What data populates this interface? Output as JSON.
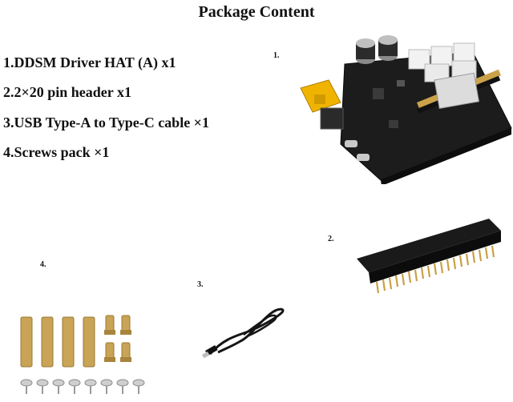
{
  "title": "Package Content",
  "items": [
    "1.DDSM Driver HAT (A) x1",
    "2.2×20 pin header x1",
    "3.USB Type-A to Type-C cable ×1",
    "4.Screws pack ×1"
  ],
  "figure_labels": {
    "board": "1.",
    "header": "2.",
    "cable": "3.",
    "screws": "4."
  }
}
